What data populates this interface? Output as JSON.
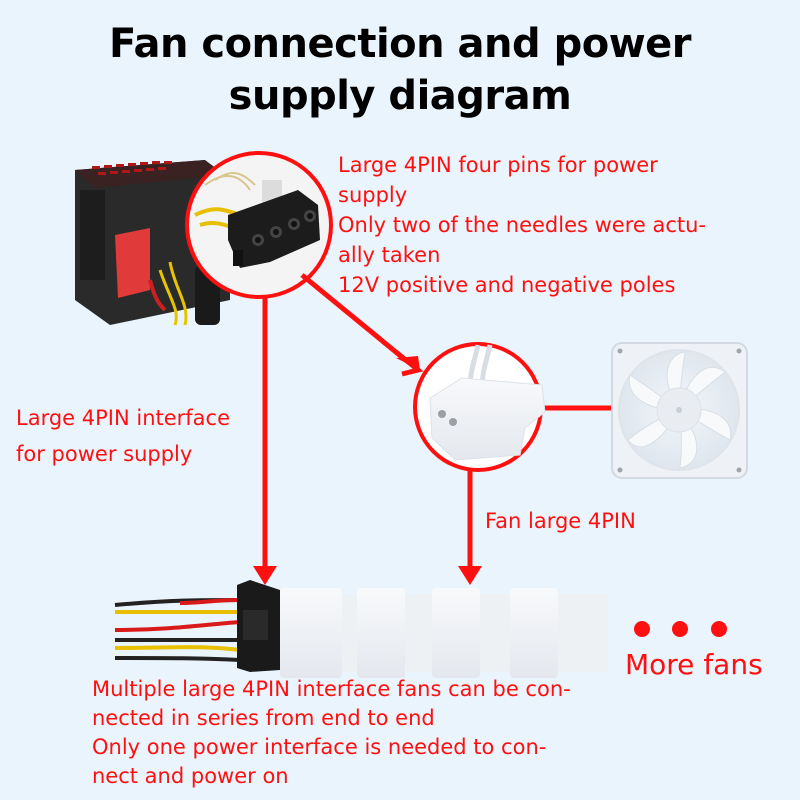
{
  "title": {
    "line1": "Fan connection and power",
    "line2": "supply diagram"
  },
  "labels": {
    "psu_connector_note": [
      "Large 4PIN four pins for power",
      "supply",
      "Only two of the needles were actu-",
      "ally taken",
      "12V positive and negative poles"
    ],
    "power_interface_note": [
      "Large 4PIN interface",
      "for power supply"
    ],
    "fan_connector_note": "Fan large 4PIN",
    "series_note": [
      "Multiple large 4PIN interface fans can be con-",
      "nected in series from end to end",
      "Only one power interface is needed to con-",
      "nect and power on"
    ],
    "more_fans": "More fans"
  },
  "colors": {
    "accent": "#ff1010",
    "background": "#eaf4fc",
    "title": "#000000"
  }
}
